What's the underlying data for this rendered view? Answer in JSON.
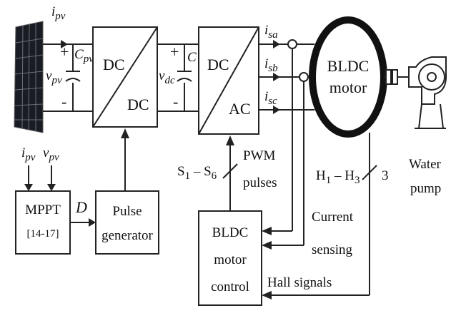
{
  "blocks": {
    "dcdc_top": "DC",
    "dcdc_bottom": "DC",
    "dcac_top": "DC",
    "dcac_bottom": "AC",
    "motor_line1": "BLDC",
    "motor_line2": "motor",
    "mppt_line1": "MPPT",
    "mppt_line2": "[14-17]",
    "pulse_line1": "Pulse",
    "pulse_line2": "generator",
    "control_line1": "BLDC",
    "control_line2": "motor",
    "control_line3": "control"
  },
  "labels": {
    "i_pv": "i",
    "i_pv_sub": "pv",
    "v_pv": "v",
    "v_pv_sub": "pv",
    "c_pv": "C",
    "c_pv_sub": "pv",
    "v_dc": "v",
    "v_dc_sub": "dc",
    "c": "C",
    "plus": "+",
    "minus": "-",
    "i_sa": "i",
    "i_sa_sub": "sa",
    "i_sb": "i",
    "i_sb_sub": "sb",
    "i_sc": "i",
    "i_sc_sub": "sc",
    "mppt_in_i": "i",
    "mppt_in_i_sub": "pv",
    "mppt_in_v": "v",
    "mppt_in_v_sub": "pv",
    "duty": "D",
    "switches": "S",
    "switches_sub1": "1",
    "switches_dash": " – S",
    "switches_sub2": "6",
    "pwm_line1": "PWM",
    "pwm_line2": "pulses",
    "hall": "H",
    "hall_sub1": "1",
    "hall_dash": " – H",
    "hall_sub2": "3",
    "hall_count": "3",
    "current_line1": "Current",
    "current_line2": "sensing",
    "hall_signals": "Hall signals",
    "pump_line1": "Water",
    "pump_line2": "pump"
  },
  "colors": {
    "line": "#222222",
    "panel_dark": "#1a1c24",
    "panel_grid": "#6b6f7a",
    "motor_ring": "#111111"
  }
}
